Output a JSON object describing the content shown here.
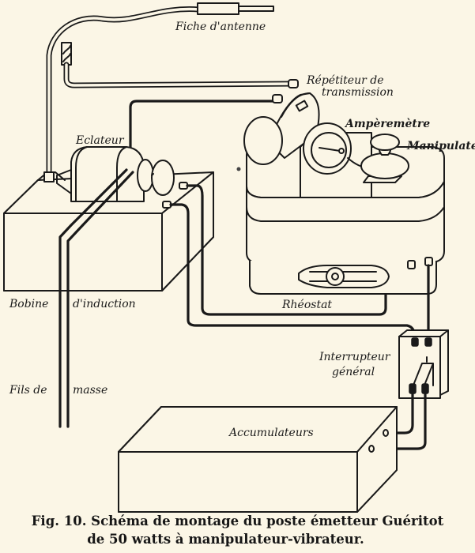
{
  "figure": {
    "labels": {
      "antenna_plug": "Fiche d'antenne",
      "transmission_repeater_line1": "Répétiteur de",
      "transmission_repeater_line2": "transmission",
      "spark_gap": "Eclateur",
      "ammeter": "Ampèremètre",
      "key": "Manipulateur",
      "induction_coil_part1": "Bobine",
      "induction_coil_part2": "d'induction",
      "rheostat": "Rhéostat",
      "main_switch_line1": "Interrupteur",
      "main_switch_line2": "général",
      "ground_wires_part1": "Fils de",
      "ground_wires_part2": "masse",
      "accumulators": "Accumulateurs"
    },
    "caption": {
      "line1": "Fig. 10. Schéma de montage du poste émetteur Guéritot",
      "line2": "de 50 watts à manipulateur-vibrateur."
    }
  }
}
